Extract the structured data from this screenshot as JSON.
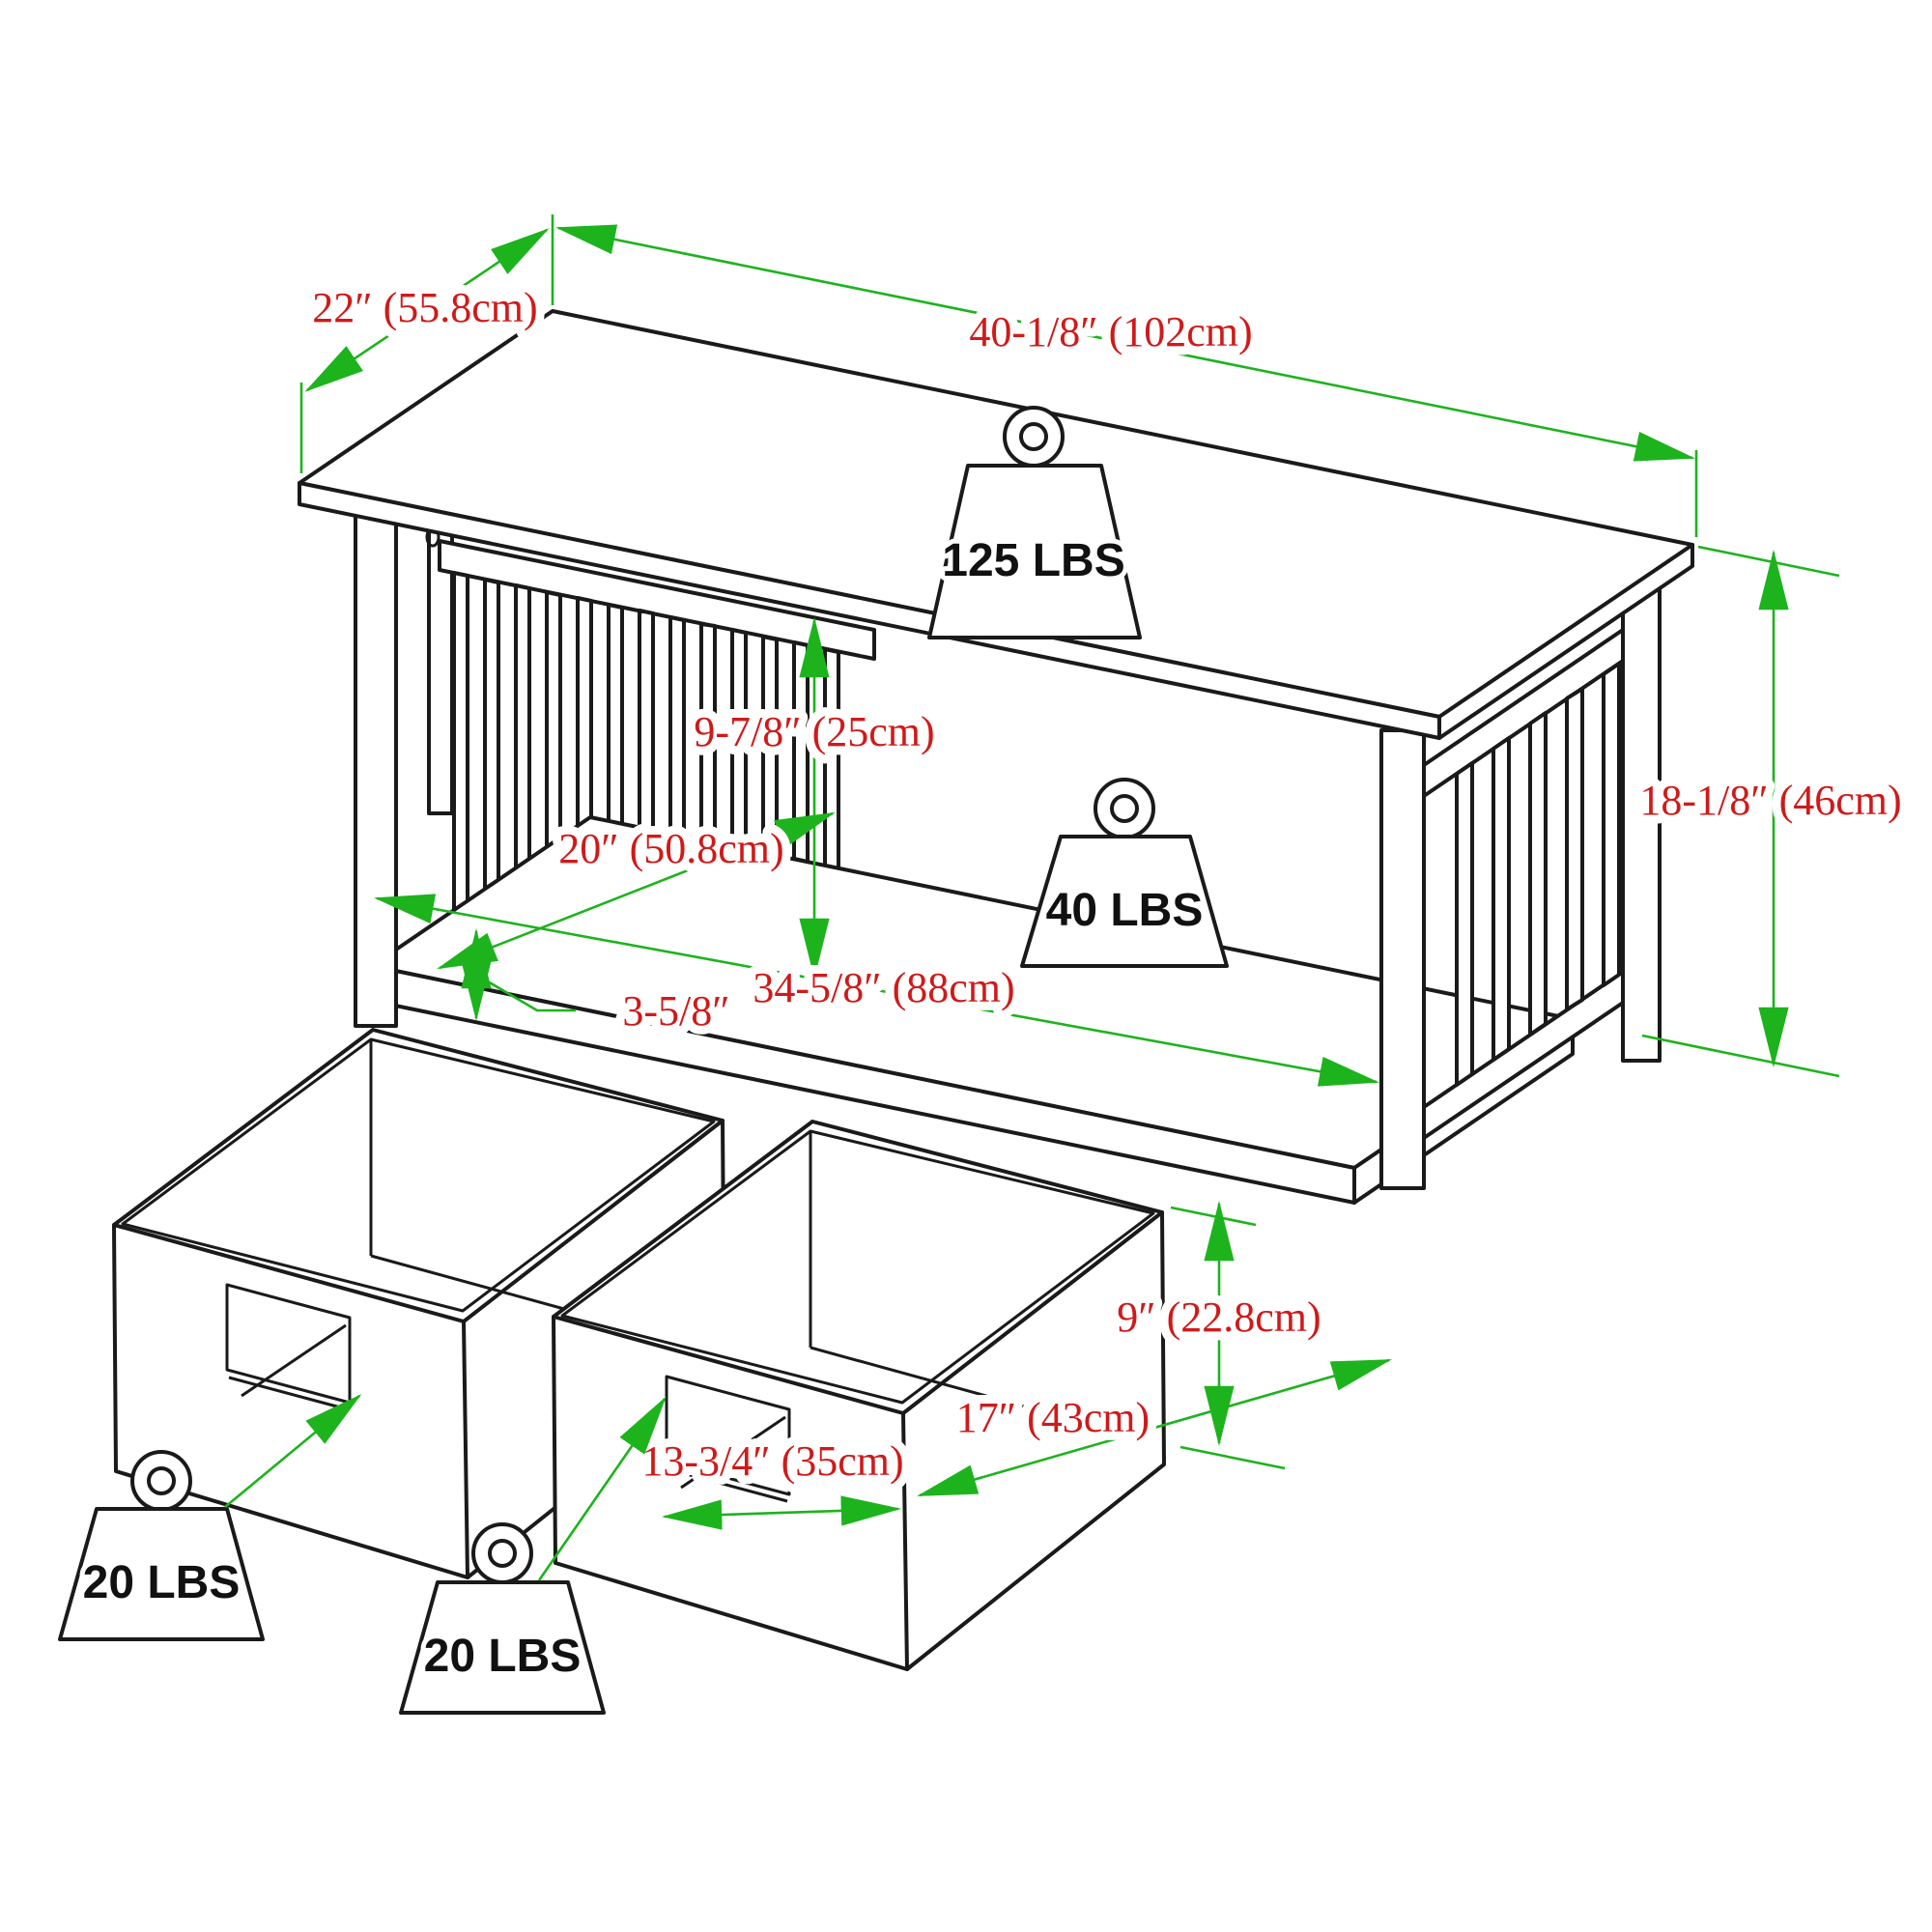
{
  "diagram": {
    "colors": {
      "line": "#1a1a1a",
      "dimension_line": "#1db31d",
      "dimension_text": "#cf1a1a",
      "background": "#ffffff"
    },
    "dimensions": {
      "tabletop_depth": "22″ (55.8cm)",
      "tabletop_width": "40-1/8″ (102cm)",
      "shelf_clearance_height": "9-7/8″ (25cm)",
      "shelf_depth": "20″ (50.8cm)",
      "shelf_width": "34-5/8″ (88cm)",
      "overall_height": "18-1/8″ (46cm)",
      "base_clearance": "3-5/8″",
      "basket_height": "9″ (22.8cm)",
      "basket_depth": "17″ (43cm)",
      "basket_width": "13-3/4″ (35cm)"
    },
    "capacities": {
      "tabletop": "125 LBS",
      "shelf": "40 LBS",
      "basket_left": "20 LBS",
      "basket_right": "20 LBS"
    }
  }
}
